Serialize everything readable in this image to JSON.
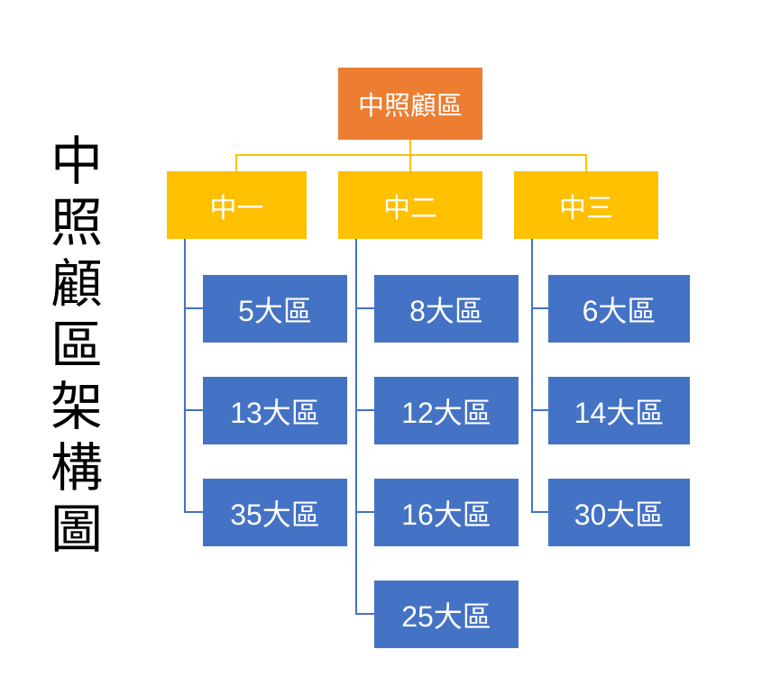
{
  "title": {
    "text": "中照顧區架構圖"
  },
  "colors": {
    "background": "#FFFFFF",
    "root_fill": "#ED7D31",
    "branch_fill": "#FFC000",
    "leaf_fill": "#4472C4",
    "root_connector": "#FFC000",
    "branch_connector": "#4472C4",
    "node_text": "#FFFFFF",
    "title_text": "#000000"
  },
  "tree": {
    "root": {
      "label": "中照顧區"
    },
    "branches": [
      {
        "label": "中一",
        "children": [
          "5大區",
          "13大區",
          "35大區"
        ]
      },
      {
        "label": "中二",
        "children": [
          "8大區",
          "12大區",
          "16大區",
          "25大區"
        ]
      },
      {
        "label": "中三",
        "children": [
          "6大區",
          "14大區",
          "30大區"
        ]
      }
    ]
  }
}
